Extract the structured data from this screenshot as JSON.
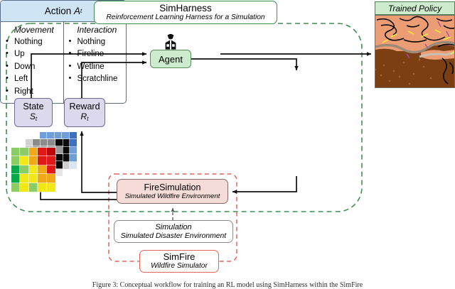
{
  "figure": {
    "caption": "Figure 3:  Conceptual workflow for training an RL model using SimHarness within the SimFire"
  },
  "harness": {
    "title": "SimHarness",
    "subtitle": "Reinforcement Learning Harness for a Simulation",
    "boundary_color": "#3f8f50",
    "boundary_style": "dashed"
  },
  "agent": {
    "label": "Agent",
    "icon": "agent-person-icon",
    "fill": "#cdeccd"
  },
  "state": {
    "label": "State",
    "symbol": "S",
    "subscript": "t",
    "fill": "#dcd9ec"
  },
  "reward": {
    "label": "Reward",
    "symbol": "R",
    "subscript": "t",
    "fill": "#dcd9ec"
  },
  "action": {
    "title": "Action",
    "symbol": "A",
    "subscript": "t",
    "header_fill": "#cfe5f5",
    "columns": [
      {
        "title": "Movement",
        "items": [
          "Nothing",
          "Up",
          "Down",
          "Left",
          "Right"
        ]
      },
      {
        "title": "Interaction",
        "items": [
          "Nothing",
          "Fireline",
          "Wetline",
          "Scratchline"
        ]
      }
    ]
  },
  "firesimulation": {
    "title": "FireSimulation",
    "subtitle": "Simulated Wildfire Environment",
    "fill": "#f6dcd8"
  },
  "simulation": {
    "title": "Simulation",
    "subtitle": "Simulated Disaster Environment",
    "fill": "#ffffff"
  },
  "simfire": {
    "title": "SimFire",
    "subtitle": "Wildfire Simulator",
    "boundary_color": "#e0655a",
    "boundary_style": "dashed"
  },
  "trained_policy": {
    "title": "Trained Policy",
    "header_fill": "#cdeccd",
    "map_colors": {
      "terrain": "#ec9d73",
      "burned": "#7c3f13",
      "contour": "#000000",
      "fireline": "#9a8a78",
      "highlight": "#f2e83c",
      "accent": "#b048a8"
    }
  },
  "state_grid": {
    "layers": [
      {
        "name": "back-layer-blue",
        "cols": 5,
        "rows": 5,
        "cells": [
          "#6f9fd8",
          "#6f9fd8",
          "#6f9fd8",
          "#6f9fd8",
          "#3f6fbf",
          "#7f7f7f",
          "#7f7f7f",
          "#7f7f7f",
          "#0a0a0a",
          "#3f6fbf",
          "#8f8f8f",
          "#8f8f8f",
          "#8f8f8f",
          "#0a0a0a",
          "#6f9fd8",
          "#bfbfbf",
          "#bfbfbf",
          "#bfbfbf",
          "#0a0a0a",
          "#6f9fd8",
          "#dedede",
          "#dedede",
          "#dedede",
          "#cfcfcf",
          "#dbe5f2"
        ]
      },
      {
        "name": "mid-layer-gray",
        "cols": 5,
        "rows": 5,
        "cells": [
          "#d2d2d2",
          "#8c8c8c",
          "#8c8c8c",
          "#8c8c8c",
          "#0a0a0a",
          "#bdbdbd",
          "#9a9a9a",
          "#9a9a9a",
          "#9a9a9a",
          "#9a9a9a",
          "#c9c9c9",
          "#b5b5b5",
          "#b5b5b5",
          "#0a0a0a",
          "#0a0a0a",
          "#d7d7d7",
          "#c7c7c7",
          "#c7c7c7",
          "#0a0a0a",
          "#0a0a0a",
          "#e6e6e6",
          "#dadada",
          "#dadada",
          "#cdcdcd",
          "#e6e6e6"
        ]
      },
      {
        "name": "front-layer-color",
        "cols": 5,
        "rows": 5,
        "cells": [
          "#8ccc66",
          "#8ccc66",
          "#f0a818",
          "#e01818",
          "#c00808",
          "#8ccc66",
          "#f2e818",
          "#f0a818",
          "#e01818",
          "#e01818",
          "#0aa84a",
          "#8ccc66",
          "#f2e818",
          "#f0a818",
          "#e01818",
          "#0aa84a",
          "#f2e818",
          "#f2e818",
          "#f0a818",
          "#f0a818",
          "#8ccc66",
          "#f2e818",
          "#8ccc66",
          "#f2e818",
          "#f2e818"
        ]
      }
    ]
  },
  "edges": [
    {
      "name": "state-to-agent",
      "from": "state",
      "to": "agent"
    },
    {
      "name": "reward-to-agent",
      "from": "reward",
      "to": "agent"
    },
    {
      "name": "agent-to-action",
      "from": "agent",
      "to": "action"
    },
    {
      "name": "agent-to-trained-policy",
      "from": "agent",
      "to": "trained_policy"
    },
    {
      "name": "action-to-firesimulation",
      "from": "action",
      "to": "firesimulation"
    },
    {
      "name": "firesimulation-to-state",
      "from": "firesimulation",
      "to": "state_grid"
    },
    {
      "name": "firesimulation-to-reward",
      "from": "firesimulation",
      "to": "reward"
    },
    {
      "name": "simulation-to-firesimulation",
      "from": "simulation",
      "to": "firesimulation"
    }
  ]
}
